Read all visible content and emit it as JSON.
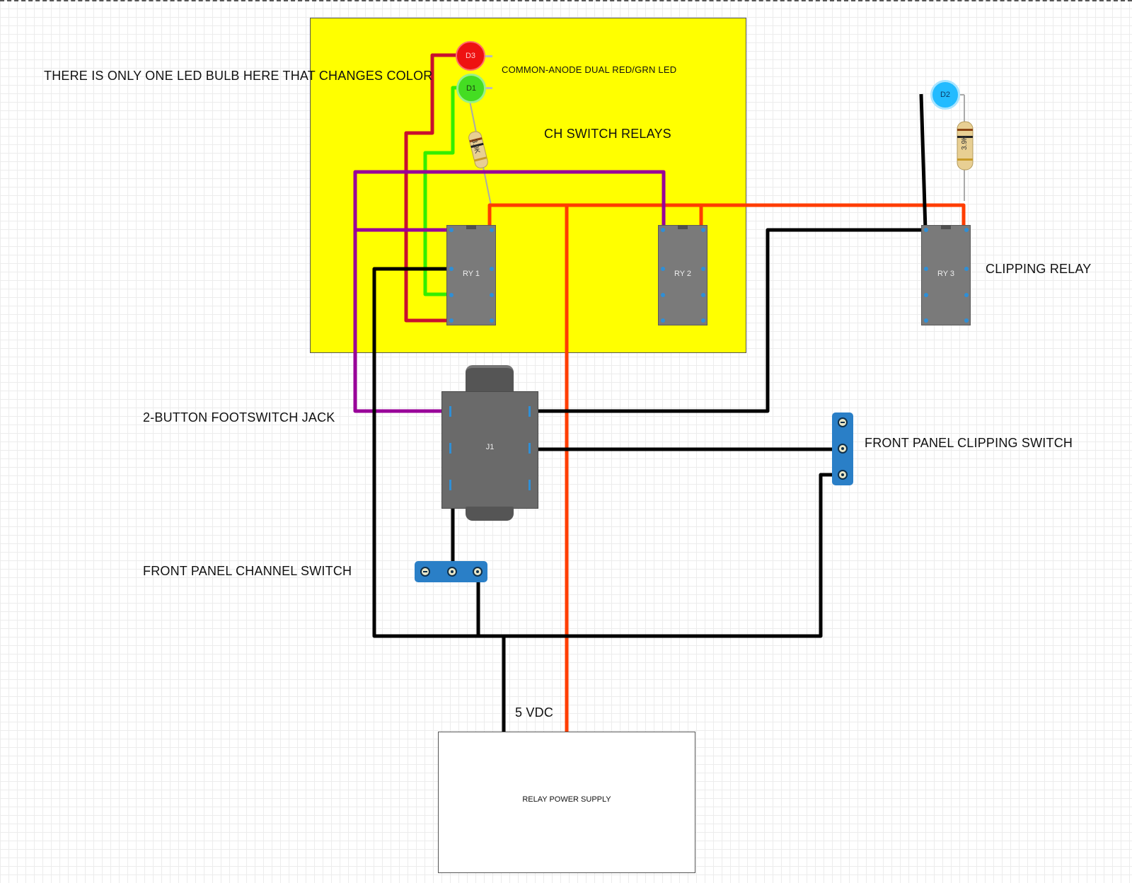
{
  "labels": {
    "led_note": "THERE IS ONLY ONE LED BULB HERE THAT CHANGES COLOR",
    "led_desc": "COMMON-ANODE DUAL RED/GRN LED",
    "relays_area": "CH SWITCH RELAYS",
    "clipping_relay": "CLIPPING RELAY",
    "footswitch_jack": "2-BUTTON FOOTSWITCH JACK",
    "front_clip_switch": "FRONT PANEL CLIPPING SWITCH",
    "front_channel_switch": "FRONT PANEL CHANNEL SWITCH",
    "supply_voltage": "5 VDC",
    "power_supply": "RELAY POWER SUPPLY"
  },
  "components": {
    "led_red": "D3",
    "led_green": "D1",
    "led_blue": "D2",
    "resistor_1": "3.9K",
    "resistor_2": "3.9K",
    "relay_1": "RY 1",
    "relay_2": "RY 2",
    "relay_3": "RY 3",
    "jack": "J1"
  },
  "colors": {
    "board": "#ffff00",
    "wire_red": "#ff3d00",
    "wire_dark_red": "#c8102e",
    "wire_purple": "#990099",
    "wire_green": "#33ee00",
    "wire_black": "#000000",
    "led_red": "#ee1111",
    "led_green": "#44dd22",
    "led_blue": "#22bbff",
    "relay": "#7a7a7a",
    "switch": "#2a7fc7"
  }
}
